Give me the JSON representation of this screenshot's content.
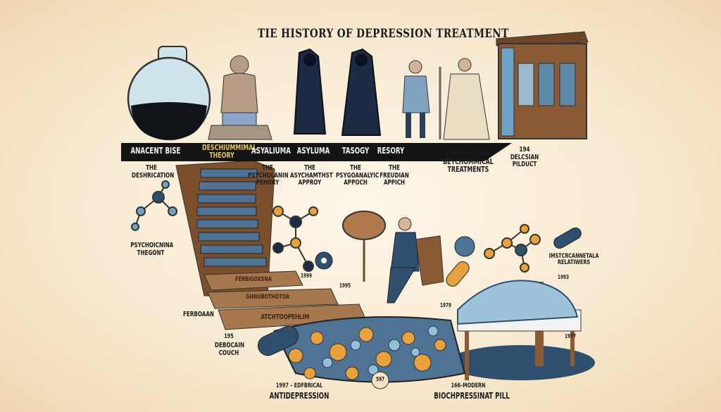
{
  "title": "TIE HISTORY OF DEPRESSION TREATMENT",
  "banner": [
    "ANACENT BISE",
    "DESCHIUMMIMAL THEORY",
    "ASYALIUMA",
    "ASYLUMA",
    "TASOGY",
    "RESORY"
  ],
  "sublabels": [
    {
      "pre": "THE",
      "main": "DESHRICATION"
    },
    {
      "pre": "THE",
      "main": "PSYCHOLANIN PEHORY"
    },
    {
      "pre": "THE",
      "main": "ASYCHAMTHST APPROY"
    },
    {
      "pre": "THE",
      "main": "PSYGOANALYIC APPOCH"
    },
    {
      "pre": "THE",
      "main": "FREUDIAN APPICH"
    },
    {
      "pre": "1997–197 THE",
      "main": "BEYCHOMMICAL TREATMENTS"
    },
    {
      "pre": "194",
      "main": "DELCSIAN PILDUCT"
    }
  ],
  "labels": {
    "psych_theory": "PSYCHOICNINA THEGONT",
    "relatives": "IMSTCRCANNETALA RELATIWERS",
    "ferboaan": "FERBOAAN",
    "couch_year": "195",
    "couch": "DEBOCAIN COUCH",
    "antidep_year": "1997 – EDFBRICAL",
    "antidep": "ANTIDEPRESSION",
    "modern_year": "166–MODERN",
    "modern": "BIOCHPRESSINAT PILL",
    "y1999": "1999",
    "y1995": "1995",
    "y1979": "1979",
    "y1993": "1993",
    "y1977": "1977",
    "pill_year": "597"
  },
  "stairs_text": [
    "FERBIGOXSNA",
    "GHNUBOTHOTOA",
    "ATCHTOOPEHLIM"
  ],
  "colors": {
    "navy": "#2f4f6e",
    "orange": "#e9a23b",
    "wood": "#8a5a34",
    "blue": "#6fa3c4"
  }
}
